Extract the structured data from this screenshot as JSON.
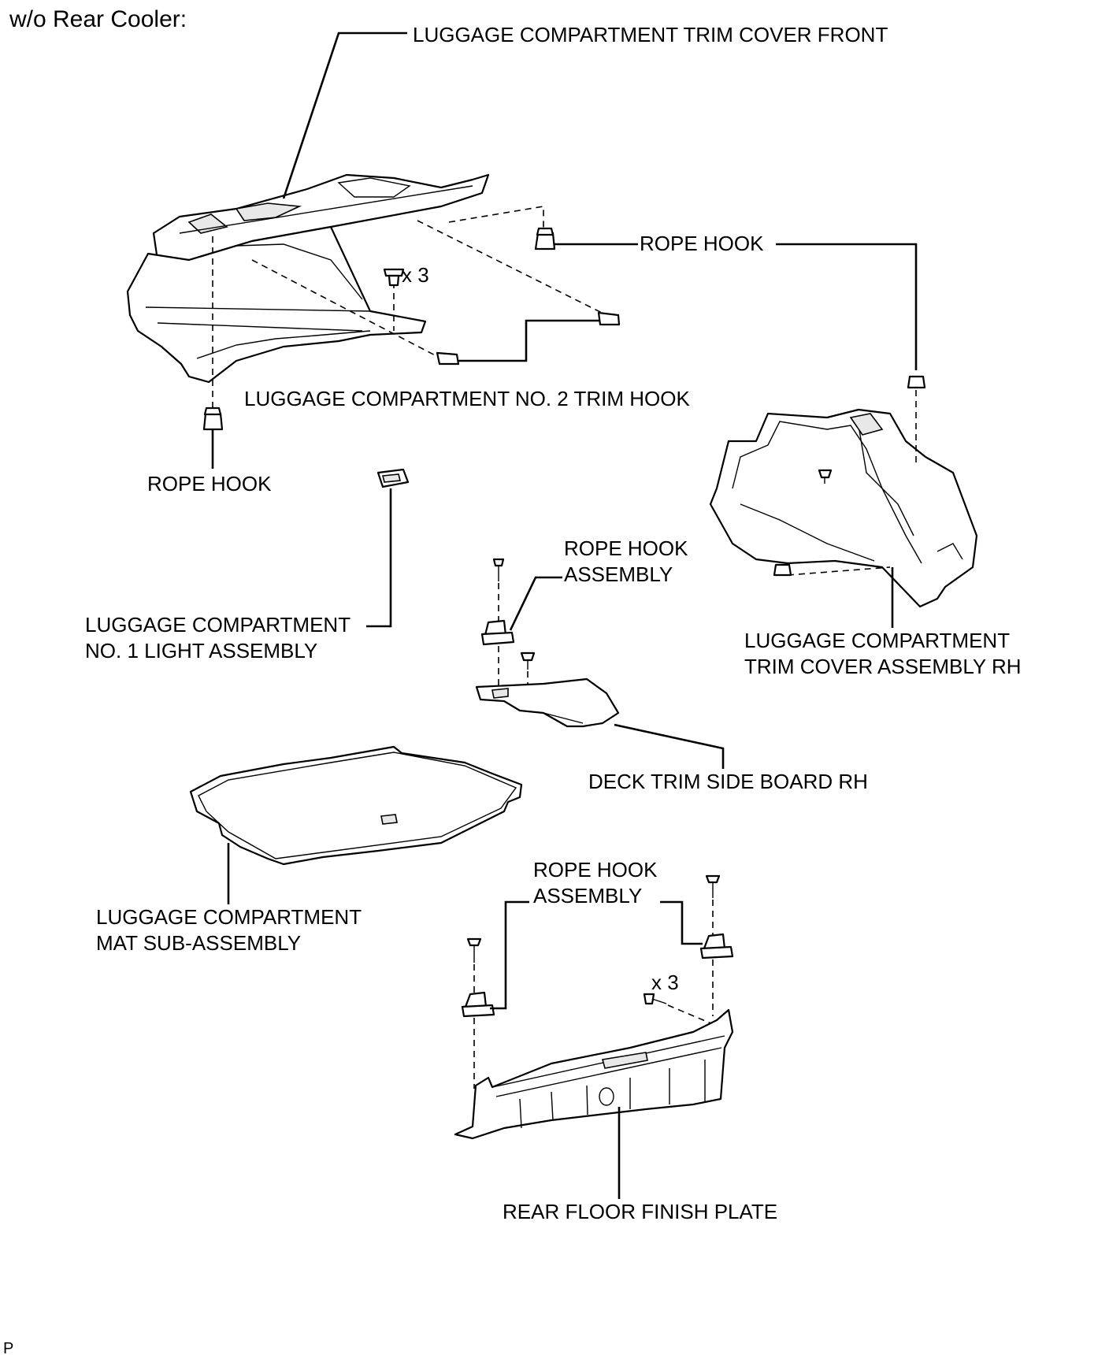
{
  "header": "w/o Rear Cooler:",
  "footer_mark": "P",
  "labels": {
    "trim_cover_front": "LUGGAGE COMPARTMENT TRIM COVER FRONT",
    "rope_hook_upper": "ROPE HOOK",
    "no2_trim_hook": "LUGGAGE COMPARTMENT NO. 2 TRIM HOOK",
    "rope_hook_left": "ROPE HOOK",
    "no1_light_line1": "LUGGAGE COMPARTMENT",
    "no1_light_line2": "NO. 1 LIGHT ASSEMBLY",
    "rope_hook_asm_mid_line1": "ROPE HOOK",
    "rope_hook_asm_mid_line2": "ASSEMBLY",
    "trim_cover_rh_line1": "LUGGAGE COMPARTMENT",
    "trim_cover_rh_line2": "TRIM COVER ASSEMBLY RH",
    "deck_trim_side_board": "DECK TRIM SIDE BOARD RH",
    "mat_line1": "LUGGAGE COMPARTMENT",
    "mat_line2": "MAT SUB-ASSEMBLY",
    "rope_hook_asm_low_line1": "ROPE HOOK",
    "rope_hook_asm_low_line2": "ASSEMBLY",
    "rear_floor_finish_plate": "REAR FLOOR FINISH PLATE"
  },
  "quantities": {
    "clip_front": "x 3",
    "screw_plate": "x 3"
  }
}
